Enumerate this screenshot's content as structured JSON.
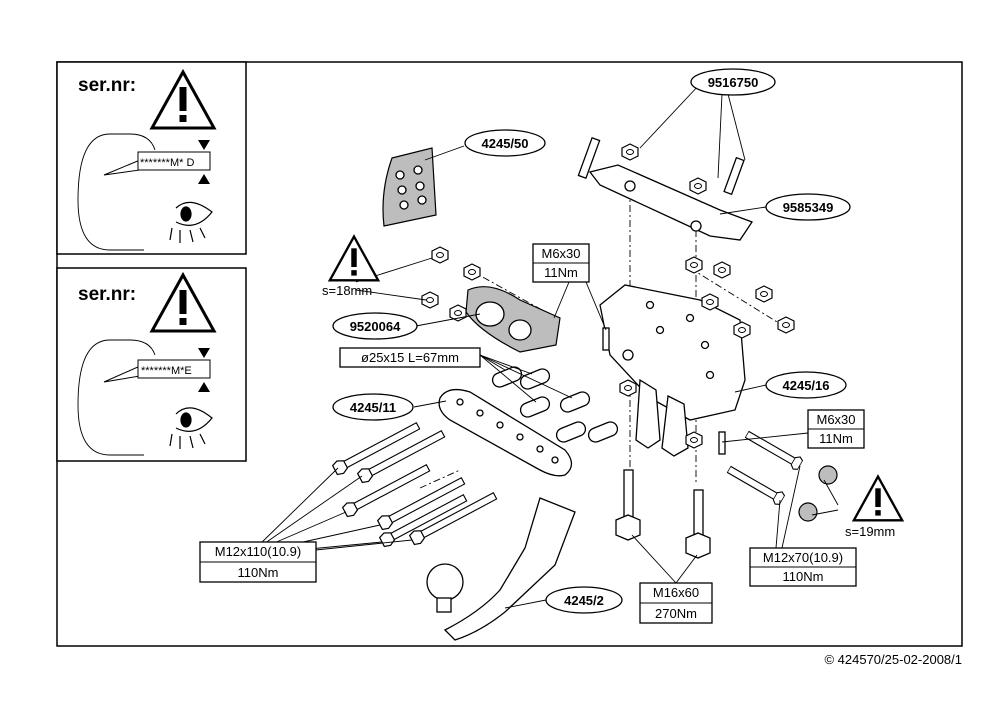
{
  "serial_panels": [
    {
      "title": "ser.nr:",
      "code": "*******M* D"
    },
    {
      "title": "ser.nr:",
      "code": "*******M*E"
    }
  ],
  "parts": {
    "p9516750": "9516750",
    "p4245_50": "4245/50",
    "p9585349": "9585349",
    "p9520064": "9520064",
    "p4245_11": "4245/11",
    "p4245_16": "4245/16",
    "p4245_2": "4245/2"
  },
  "specs": {
    "bolt_m6_top": {
      "size": "M6x30",
      "torque": "11Nm"
    },
    "bolt_m6_right": {
      "size": "M6x30",
      "torque": "11Nm"
    },
    "spacer": "ø25x15 L=67mm",
    "bolt_m12x110": {
      "size": "M12x110(10.9)",
      "torque": "110Nm"
    },
    "bolt_m16x60": {
      "size": "M16x60",
      "torque": "270Nm"
    },
    "bolt_m12x70": {
      "size": "M12x70(10.9)",
      "torque": "110Nm"
    }
  },
  "warnings": {
    "wrench_left": "s=18mm",
    "wrench_right": "s=19mm"
  },
  "footer": "© 424570/25-02-2008/1"
}
